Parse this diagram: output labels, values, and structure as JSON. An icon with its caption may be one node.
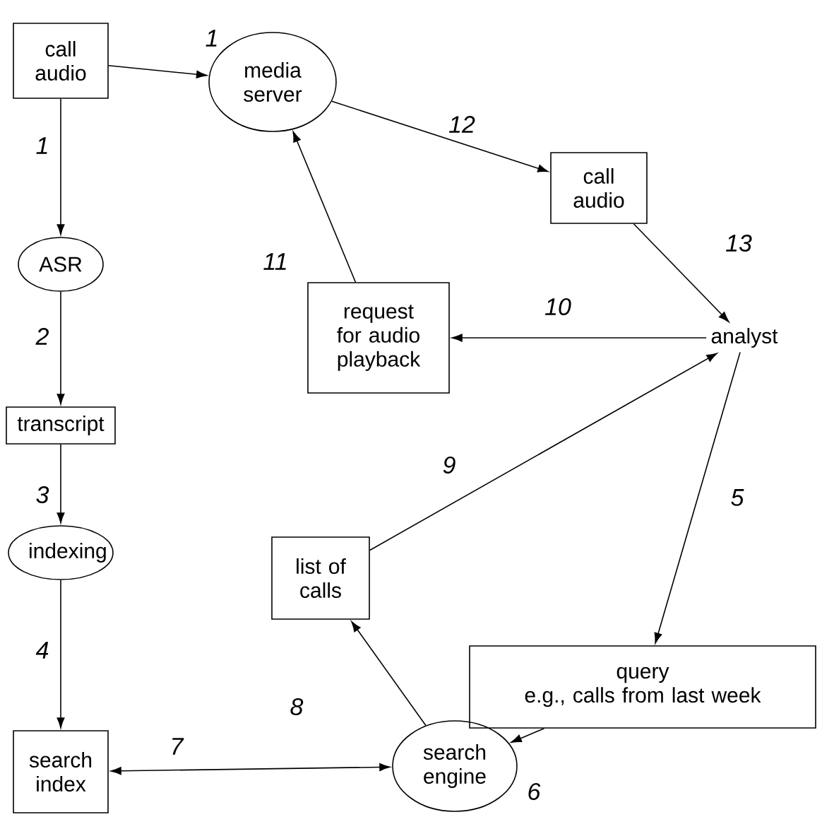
{
  "diagram": {
    "nodes": [
      {
        "text": [
          "call audio"
        ]
      },
      {
        "text": [
          "media server"
        ]
      },
      {
        "text": [
          "call audio"
        ]
      },
      {
        "text": [
          "ASR"
        ]
      },
      {
        "text": [
          "request for audio playback"
        ]
      },
      {
        "text": [
          "analyst"
        ]
      },
      {
        "text": [
          "transcript"
        ]
      },
      {
        "text": [
          "indexing"
        ]
      },
      {
        "text": [
          "list of calls"
        ]
      },
      {
        "text": [
          "query",
          "e.g., calls from last week"
        ]
      },
      {
        "text": [
          "search index"
        ]
      },
      {
        "text": [
          "search engine"
        ]
      }
    ],
    "edges": [
      {
        "from": 0,
        "to": 1,
        "arrow": "to",
        "label": "1"
      },
      {
        "from": 0,
        "to": 3,
        "arrow": "to",
        "label": "1"
      },
      {
        "from": 3,
        "to": 6,
        "arrow": "to",
        "label": "2"
      },
      {
        "from": 6,
        "to": 7,
        "arrow": "to",
        "label": "3"
      },
      {
        "from": 7,
        "to": 10,
        "arrow": "to",
        "label": "4"
      },
      {
        "from": 5,
        "to": 9,
        "arrow": "to",
        "label": "5"
      },
      {
        "from": 9,
        "to": 11,
        "arrow": "to",
        "label": "6"
      },
      {
        "from": 10,
        "to": 11,
        "arrow": "both",
        "label": "7"
      },
      {
        "from": 11,
        "to": 8,
        "arrow": "to",
        "label": "8"
      },
      {
        "from": 8,
        "to": 5,
        "arrow": "to",
        "label": "9"
      },
      {
        "from": 5,
        "to": 4,
        "arrow": "to",
        "label": "10"
      },
      {
        "from": 4,
        "to": 1,
        "arrow": "to",
        "label": "11"
      },
      {
        "from": 1,
        "to": 2,
        "arrow": "to",
        "label": "12"
      },
      {
        "from": 2,
        "to": 5,
        "arrow": "to",
        "label": "13"
      }
    ]
  }
}
